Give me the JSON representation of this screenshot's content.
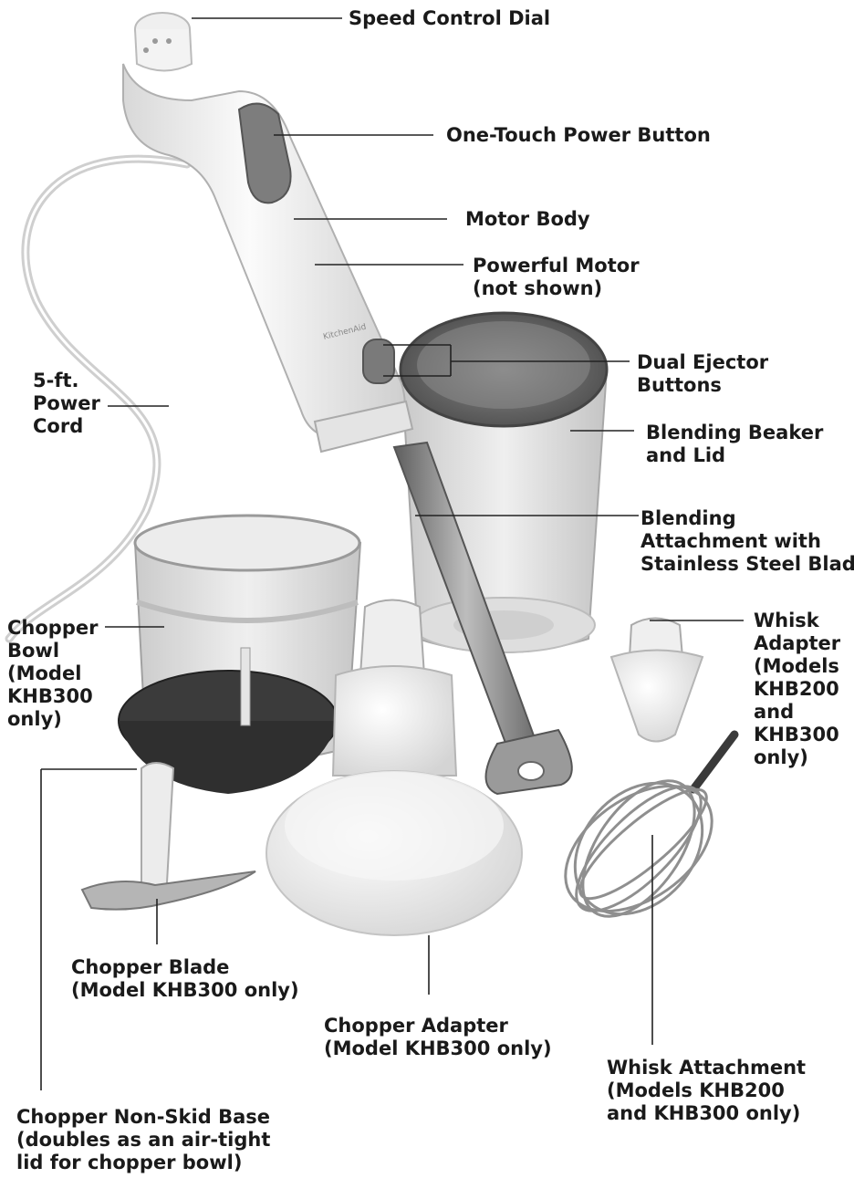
{
  "labels": {
    "speed_control_dial": "Speed Control Dial",
    "one_touch_power_button": "One-Touch Power Button",
    "motor_body": "Motor Body",
    "powerful_motor": [
      "Powerful Motor",
      "(not shown)"
    ],
    "dual_ejector_buttons": [
      "Dual Ejector",
      "Buttons"
    ],
    "power_cord": [
      "5-ft.",
      "Power",
      "Cord"
    ],
    "blending_beaker": [
      "Blending Beaker",
      "and Lid"
    ],
    "blending_attachment": [
      "Blending",
      "Attachment with",
      "Stainless Steel Blade"
    ],
    "chopper_bowl": [
      "Chopper",
      "Bowl",
      "(Model",
      "KHB300",
      "only)"
    ],
    "whisk_adapter": [
      "Whisk",
      "Adapter",
      "(Models",
      "KHB200",
      "and",
      "KHB300",
      "only)"
    ],
    "chopper_blade": [
      "Chopper Blade",
      "(Model KHB300 only)"
    ],
    "chopper_adapter": [
      "Chopper Adapter",
      "(Model KHB300 only)"
    ],
    "whisk_attachment": [
      "Whisk Attachment",
      "(Models KHB200",
      "and KHB300 only)"
    ],
    "chopper_base": [
      "Chopper Non-Skid Base",
      "(doubles as an air-tight",
      "lid for chopper bowl)"
    ]
  },
  "brand_text": "KitchenAid",
  "colors": {
    "text": "#1a1a1a",
    "line": "#222222",
    "body_white": "#f4f4f4",
    "button_gray": "#7a7a7a",
    "steel": "#8c8c8c",
    "dark_base": "#3c3c3c",
    "translucent": "#d9d9d9"
  }
}
